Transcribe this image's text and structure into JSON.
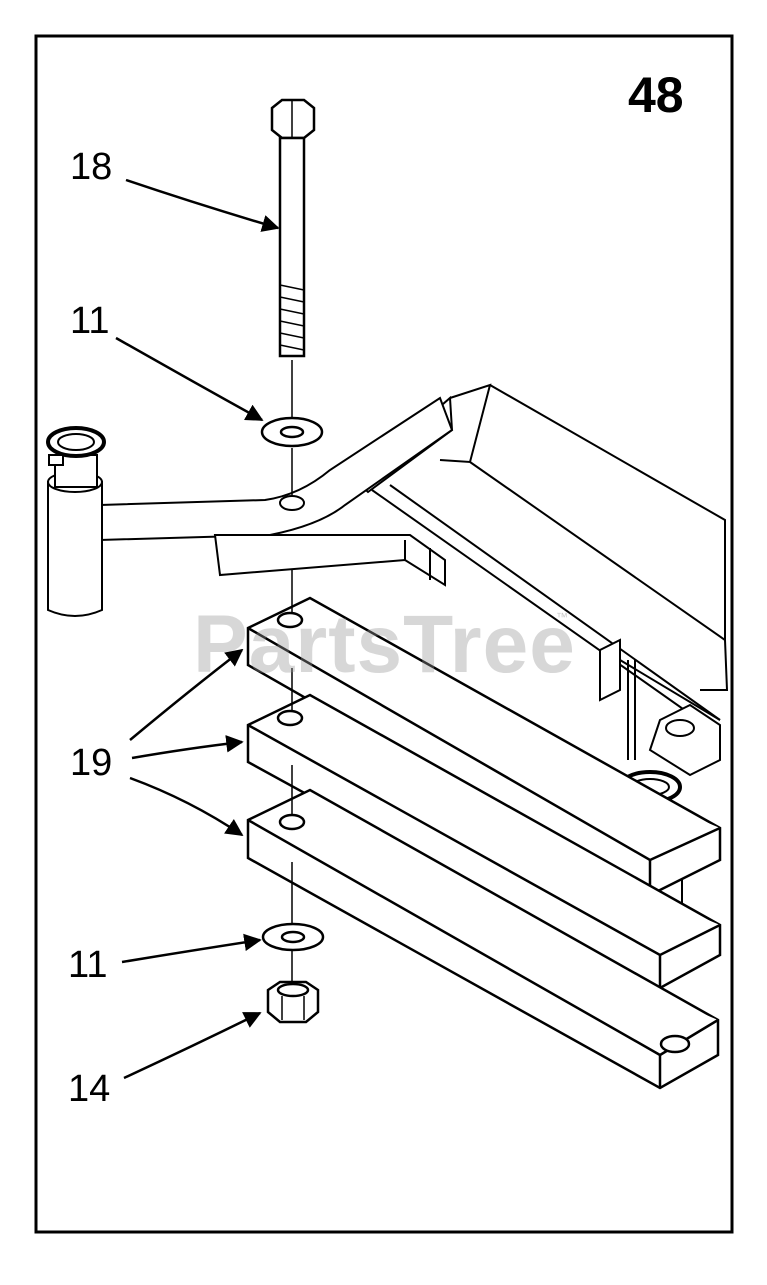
{
  "figure_number": "48",
  "callouts": {
    "bolt": "18",
    "washer_top": "11",
    "plates": "19",
    "washer_bottom": "11",
    "nut": "14"
  },
  "watermark": {
    "text": "PartsTree",
    "tm": "™"
  },
  "colors": {
    "ink": "#000000",
    "paper": "#ffffff",
    "watermark": "#969696"
  }
}
